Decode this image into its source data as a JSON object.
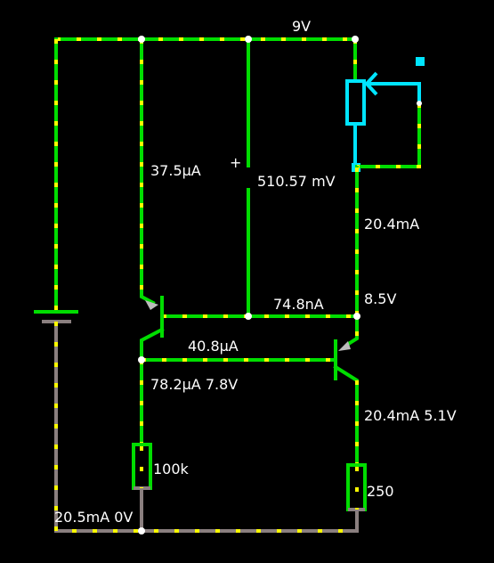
{
  "colors": {
    "background": "#000000",
    "wire_active": "#00dd00",
    "wire_ground": "#8a7f7f",
    "wire_selected": "#00e5ff",
    "current_dot": "#ffff00",
    "label": "#ffffff"
  },
  "labels": {
    "supply_voltage": "9V",
    "branch_current_left": "37.5µA",
    "capacitor_plus": "+",
    "capacitor_voltage": "510.57 mV",
    "collector_current_q2": "20.4mA",
    "node_voltage_top": "8.5V",
    "base_current_q1": "74.8nA",
    "base_current_q2": "40.8µA",
    "emitter_q1_reading": "78.2µA 7.8V",
    "emitter_q2_reading": "20.4mA 5.1V",
    "resistor_left": "100k",
    "resistor_right": "250",
    "ground_reading": "20.5mA 0V"
  }
}
